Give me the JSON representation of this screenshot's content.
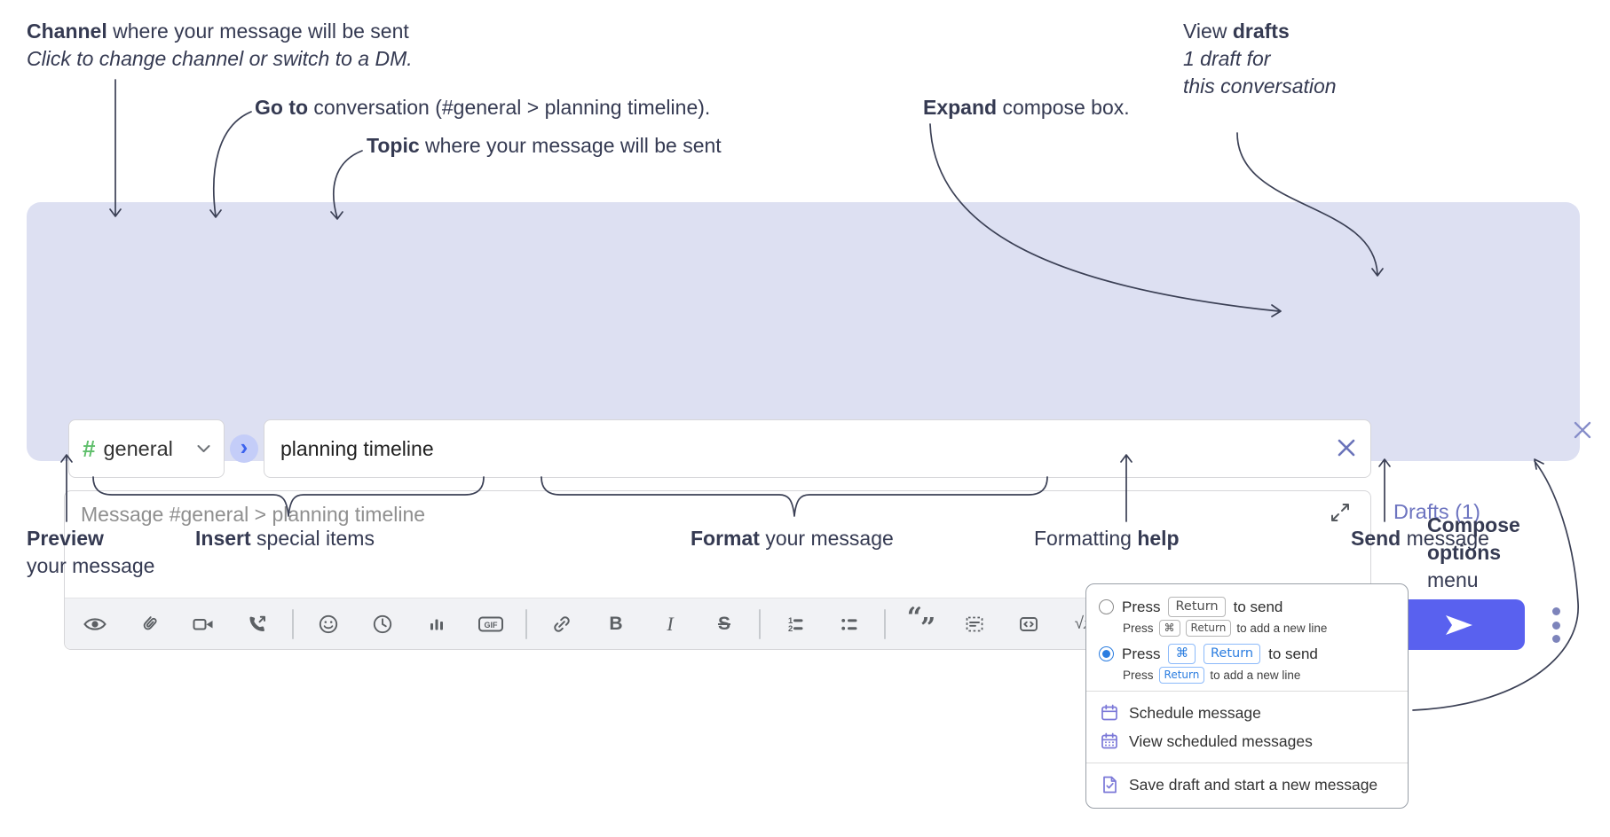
{
  "annotations": {
    "channel_line1_bold": "Channel",
    "channel_line1_rest": " where your message will be sent",
    "channel_line2": "Click to change channel or switch to a DM.",
    "goto_bold": "Go to",
    "goto_rest": " conversation (#general > planning timeline).",
    "topic_bold": "Topic",
    "topic_rest": " where your message will be sent",
    "expand_bold": "Expand",
    "expand_rest": " compose box.",
    "drafts_line1_pre": "View ",
    "drafts_line1_bold": "drafts",
    "drafts_line2": "1 draft for",
    "drafts_line3": "this conversation",
    "preview_bold": "Preview",
    "preview_line2": "your message",
    "insert_bold": "Insert",
    "insert_rest": " special items",
    "format_bold": "Format",
    "format_rest": " your message",
    "help_pre": "Formatting ",
    "help_bold": "help",
    "send_bold": "Send",
    "send_rest": " message",
    "compose_options_line1": "Compose",
    "compose_options_line2": "options",
    "compose_options_line3": "menu"
  },
  "compose": {
    "channel_hash": "#",
    "channel_name": "general",
    "topic_value": "planning timeline",
    "message_placeholder": "Message #general > planning timeline",
    "drafts_link": "Drafts (1)",
    "gif_label": "GIF",
    "bold_label": "B",
    "italic_label": "I",
    "strike_label": "S",
    "list_num1": "1",
    "list_num2": "2",
    "quote_open": "“",
    "quote_close": "”",
    "math_root": "√",
    "math_var": "x",
    "help_label": "?"
  },
  "options_menu": {
    "opt1": {
      "pre": "Press",
      "key": "Return",
      "post": "to send",
      "sub_pre": "Press",
      "sub_key1": "⌘",
      "sub_key2": "Return",
      "sub_post": "to add a new line"
    },
    "opt2": {
      "pre": "Press",
      "key1": "⌘",
      "key2": "Return",
      "post": "to send",
      "sub_pre": "Press",
      "sub_key": "Return",
      "sub_post": "to add a new line"
    },
    "items": [
      {
        "label": "Schedule message"
      },
      {
        "label": "View scheduled messages"
      },
      {
        "label": "Save draft and start a new message"
      }
    ]
  },
  "colors": {
    "compose_bg": "#dde0f2",
    "send_button": "#5961ef",
    "hash_green": "#5fbf6b",
    "drafts_purple": "#6d74c0",
    "annotation_ink": "#353a52",
    "radio_blue": "#2b7de0",
    "menu_icon_purple": "#7b78d8"
  }
}
